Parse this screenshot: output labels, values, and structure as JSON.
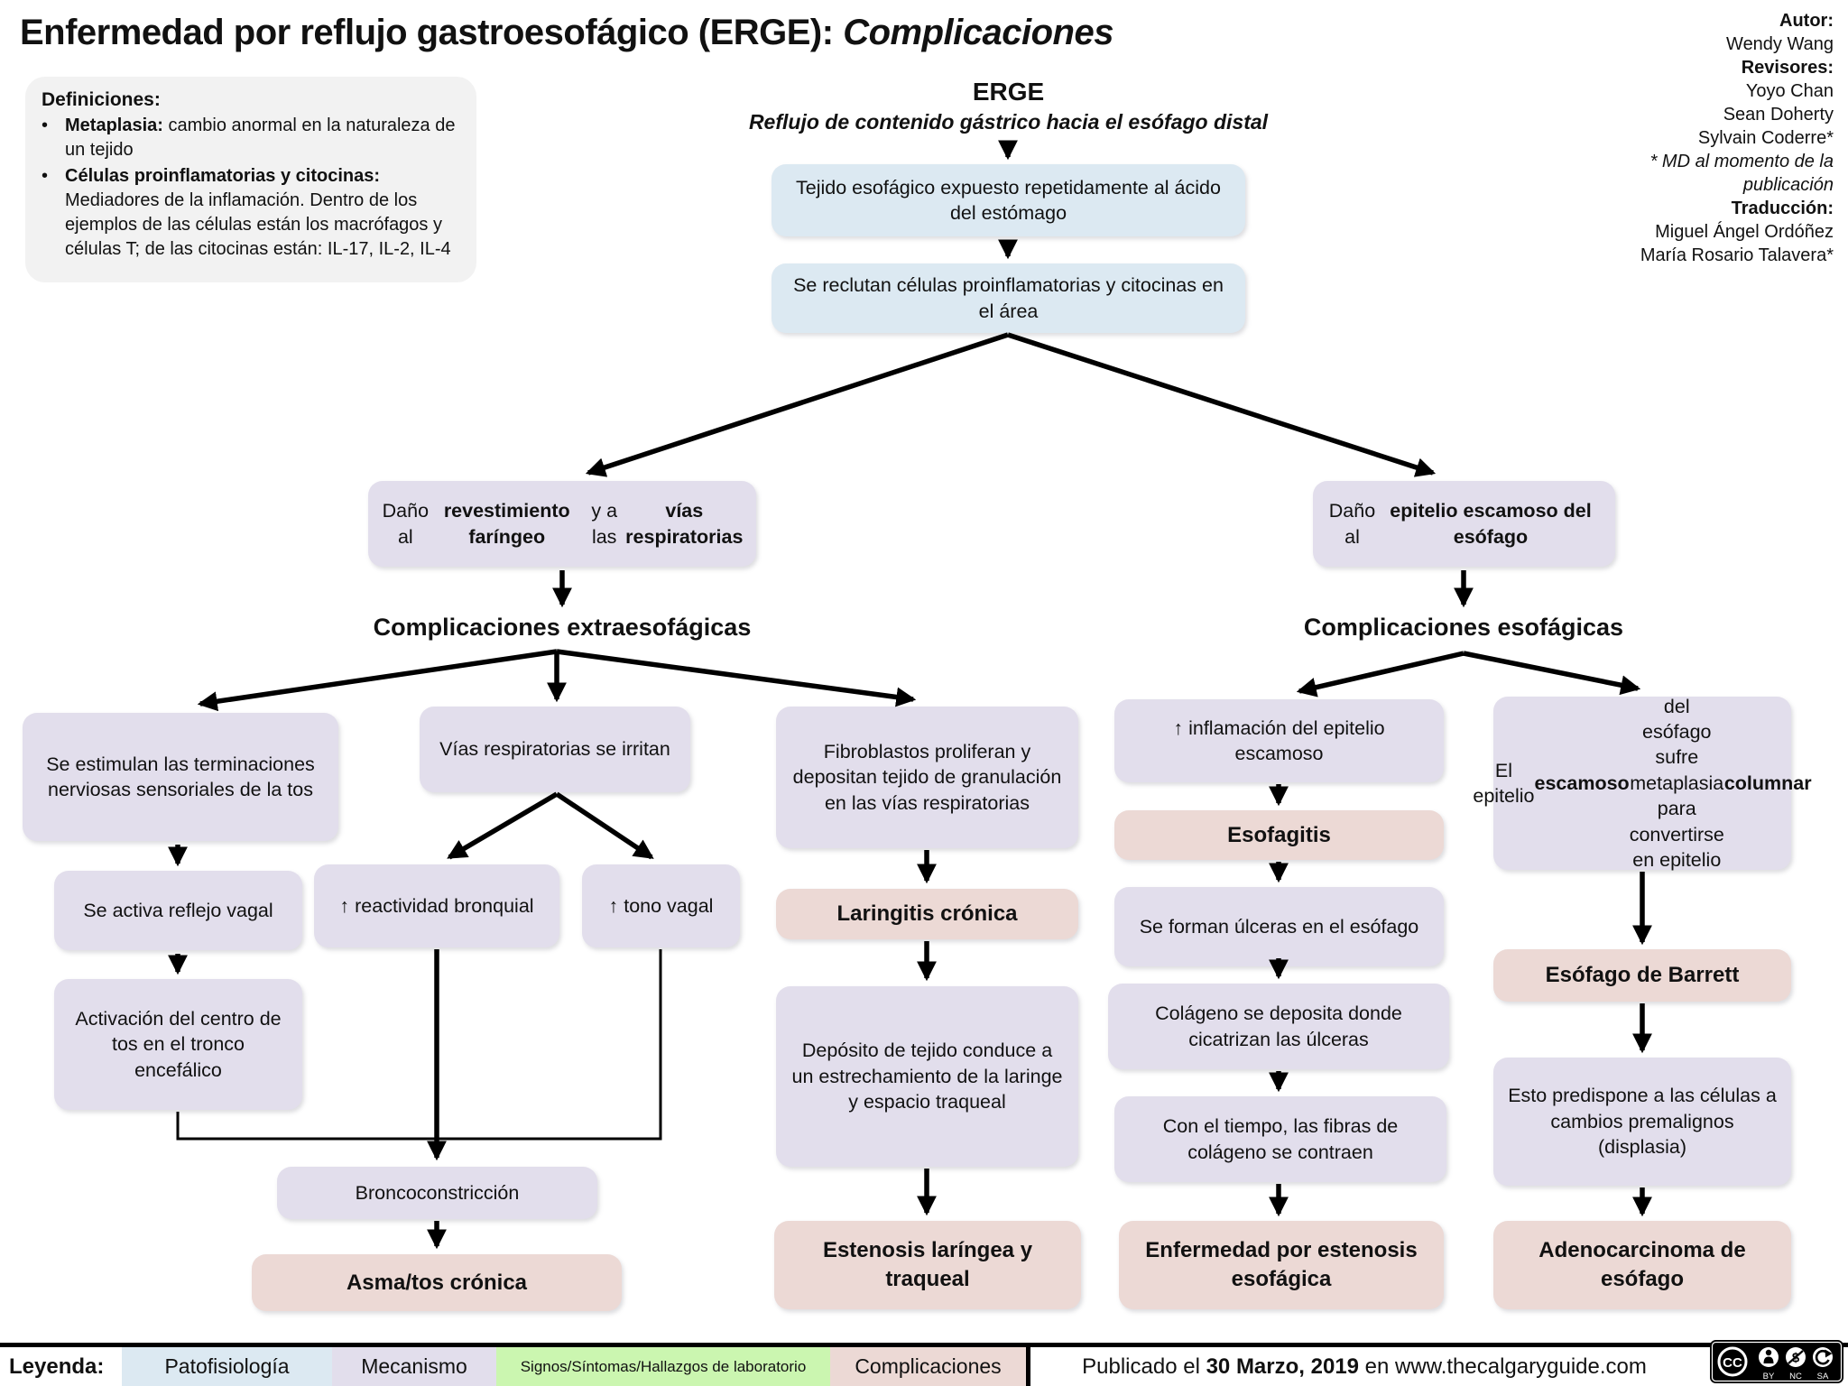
{
  "title": {
    "main": "Enfermedad por reflujo gastroesofágico (ERGE): ",
    "italic": "Complicaciones"
  },
  "credits": {
    "lines": [
      {
        "t": "Autor:",
        "b": true
      },
      {
        "t": "Wendy Wang"
      },
      {
        "t": "Revisores:",
        "b": true
      },
      {
        "t": "Yoyo Chan"
      },
      {
        "t": "Sean Doherty"
      },
      {
        "t": "Sylvain Coderre*"
      },
      {
        "t": "* MD al momento de la",
        "i": true
      },
      {
        "t": "publicación",
        "i": true
      },
      {
        "t": "Traducción:",
        "b": true
      },
      {
        "t": "Miguel Ángel Ordóñez"
      },
      {
        "t": "María Rosario Talavera*"
      }
    ]
  },
  "definitions": {
    "heading": "Definiciones:",
    "bullet": "•",
    "items": [
      {
        "lead": "Metaplasia:",
        "text": " cambio anormal en la naturaleza de un tejido"
      },
      {
        "lead": "Células proinflamatorias y citocinas:",
        "text": " Mediadores de la inflamación. Dentro de los ejemplos de las células están los macrófagos y células T; de las citocinas están: IL-17, IL-2, IL-4"
      }
    ]
  },
  "colors": {
    "patho": "#DCE9F2",
    "mech": "#E2DEEC",
    "comp": "#ECD9D5",
    "signs": "#CBF6B0",
    "definitions_bg": "#F2F2F2",
    "arrow": "#000000"
  },
  "flow": {
    "erge_title": "ERGE",
    "erge_subtitle": "Reflujo de contenido gástrico hacia el esófago distal",
    "extra_heading": "Complicaciones extraesofágicas",
    "eso_heading": "Complicaciones esofágicas",
    "nodes": {
      "tejido": {
        "text": "Tejido esofágico expuesto repetidamente al ácido del estómago"
      },
      "reclutan": {
        "text": "Se reclutan células proinflamatorias y citocinas en el área"
      },
      "dano_faringeo": {
        "segments": [
          {
            "t": "Daño al "
          },
          {
            "t": "revestimiento faríngeo",
            "b": true
          },
          {
            "t": " y a las "
          },
          {
            "t": "vías respiratorias",
            "b": true
          }
        ]
      },
      "dano_epitelio": {
        "segments": [
          {
            "t": "Daño al "
          },
          {
            "t": "epitelio escamoso del esófago",
            "b": true
          }
        ]
      },
      "estimulan": {
        "text": "Se estimulan las terminaciones nerviosas sensoriales de la tos"
      },
      "vias_irritan": {
        "text": "Vías respiratorias se irritan"
      },
      "fibroblastos": {
        "text": "Fibroblastos proliferan y depositan tejido de granulación en las vías respiratorias"
      },
      "reflejo_vagal": {
        "text": "Se activa reflejo vagal"
      },
      "reactividad": {
        "text": "↑ reactividad bronquial"
      },
      "tono_vagal": {
        "text": "↑ tono vagal"
      },
      "activacion": {
        "text": "Activación del centro de tos en el tronco encefálico"
      },
      "broncoconstriccion": {
        "text": "Broncoconstricción"
      },
      "asma": {
        "text": "Asma/tos crónica"
      },
      "laringitis": {
        "text": "Laringitis crónica"
      },
      "deposito": {
        "text": "Depósito de tejido conduce a un estrechamiento de la laringe y espacio traqueal"
      },
      "estenosis_laringea": {
        "text": "Estenosis laríngea y traqueal"
      },
      "inflamacion": {
        "text": "↑ inflamación del epitelio escamoso"
      },
      "esofagitis": {
        "text": "Esofagitis"
      },
      "ulceras": {
        "text": "Se forman úlceras en el esófago"
      },
      "colageno": {
        "text": "Colágeno se deposita donde cicatrizan las úlceras"
      },
      "contraen": {
        "text": "Con el tiempo, las fibras de colágeno se contraen"
      },
      "estenosis_esofagica": {
        "text": "Enfermedad por estenosis esofágica"
      },
      "metaplasia": {
        "segments": [
          {
            "t": "El epitelio "
          },
          {
            "t": "escamoso",
            "b": true
          },
          {
            "t": " del esófago sufre metaplasia para convertirse en epitelio "
          },
          {
            "t": "columnar",
            "b": true
          }
        ]
      },
      "barrett": {
        "text": "Esófago de Barrett"
      },
      "predispone": {
        "text": "Esto predispone a las células a cambios premalignos (displasia)"
      },
      "adenocarcinoma": {
        "text": "Adenocarcinoma de esófago"
      }
    }
  },
  "legend": {
    "label": "Leyenda:",
    "items": [
      {
        "text": "Patofisiología",
        "kind": "patho"
      },
      {
        "text": "Mecanismo",
        "kind": "mech"
      },
      {
        "text": "Signos/Síntomas/Hallazgos de laboratorio",
        "kind": "signs"
      },
      {
        "text": "Complicaciones",
        "kind": "comp"
      }
    ],
    "publication": {
      "segments": [
        {
          "t": "Publicado el "
        },
        {
          "t": "30 Marzo, 2019",
          "b": true
        },
        {
          "t": " en www.thecalgaryguide.com"
        }
      ]
    },
    "cc_badge": {
      "logo": "CC",
      "labels": [
        "BY",
        "NC",
        "SA"
      ]
    }
  }
}
